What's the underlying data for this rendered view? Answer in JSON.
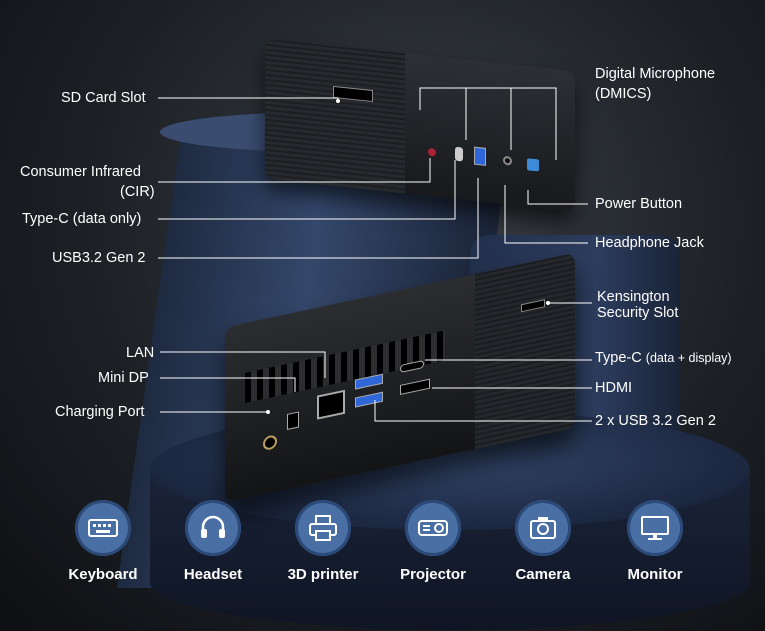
{
  "callouts": {
    "sd_card_slot": "SD Card Slot",
    "consumer_infrared_line1": "Consumer Infrared",
    "consumer_infrared_line2": "(CIR)",
    "type_c_data_only": "Type-C (data only)",
    "usb32_gen2": "USB3.2 Gen 2",
    "digital_microphone_line1": "Digital Microphone",
    "digital_microphone_line2": "(DMICS)",
    "power_button": "Power Button",
    "headphone_jack": "Headphone Jack",
    "kensington_line1": "Kensington",
    "kensington_line2": "Security Slot",
    "lan": "LAN",
    "mini_dp": "Mini DP",
    "charging_port": "Charging Port",
    "type_c_display_main": "Type-C",
    "type_c_display_sub": "(data + display)",
    "hdmi": "HDMI",
    "usb_2x": "2 x USB 3.2 Gen 2"
  },
  "devices": [
    {
      "label": "Keyboard",
      "icon": "keyboard-icon"
    },
    {
      "label": "Headset",
      "icon": "headset-icon"
    },
    {
      "label": "3D printer",
      "icon": "printer-icon"
    },
    {
      "label": "Projector",
      "icon": "projector-icon"
    },
    {
      "label": "Camera",
      "icon": "camera-icon"
    },
    {
      "label": "Monitor",
      "icon": "monitor-icon"
    }
  ],
  "colors": {
    "icon_circle": "#4a6fa5",
    "usb_blue": "#2f66d8",
    "background_dark": "#1d2126"
  }
}
